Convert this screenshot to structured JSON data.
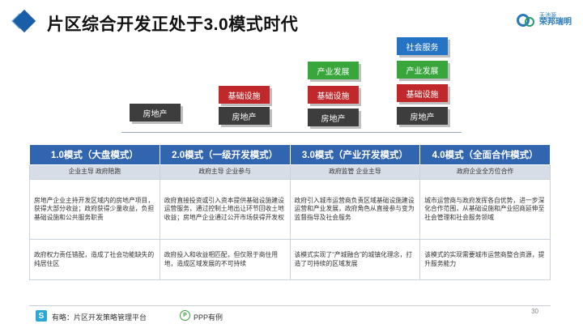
{
  "header": {
    "title": "片区综合开发正处于3.0模式时代",
    "logo_line1": "天池源",
    "logo_line2": "荣邦瑞明"
  },
  "stacks": [
    {
      "blocks": [
        "房地产"
      ]
    },
    {
      "blocks": [
        "房地产",
        "基础设施"
      ]
    },
    {
      "blocks": [
        "房地产",
        "基础设施",
        "产业发展"
      ]
    },
    {
      "blocks": [
        "房地产",
        "基础设施",
        "产业发展",
        "社会服务"
      ]
    }
  ],
  "colors": {
    "real_estate": "#3d3d3d",
    "infrastructure": "#c0282b",
    "industry": "#39a63b",
    "social": "#2573c4",
    "table_header": "#3265b0"
  },
  "table": {
    "headers": [
      "1.0模式（大盘模式）",
      "2.0模式（一级开发模式）",
      "3.0模式（产业开发模式）",
      "4.0模式（全面合作模式）"
    ],
    "subheaders": [
      "企业主导  政府陪跑",
      "政府主导  企业参与",
      "政府监管  企业主导",
      "政府企业全方位合作"
    ],
    "row1": [
      "房地产企业主持开发区域内的房地产项目，获得大部分收益；政府获得少量收益，负担基础设施和公共服务职责",
      "政府直接投资或引入资本提供基础设施建设运营服务，通过控制土地出让环节回收土地收益；房地产企业通过公开市场获得开发权",
      "政府引入城市运营商负责区域基础设施建设运营和产业发展，政府角色从直接参与变为监督指导及社会服务",
      "城市运营商与政府发挥各自优势，进一步深化合作范围，从基础设施和产业招商延伸至社会管理和社会服务领域"
    ],
    "row2": [
      "政府权力责任错配，造成了社会功能缺失的纯居住区",
      "政府投入和收益相匹配，但仅限于商住用地，造成区域发展的不可持续",
      "该模式实现了“产城融合”的城镇化理念，打造了可持续的区域发展",
      "该模式的实现需要城市运营商整合资源，提升服务能力"
    ]
  },
  "footer": {
    "page_number": "30",
    "brand_glyph": "S",
    "platform_text": "有略：片区开发策略管理平台",
    "ppp_glyph": "P",
    "ppp_text": "PPP有例"
  }
}
